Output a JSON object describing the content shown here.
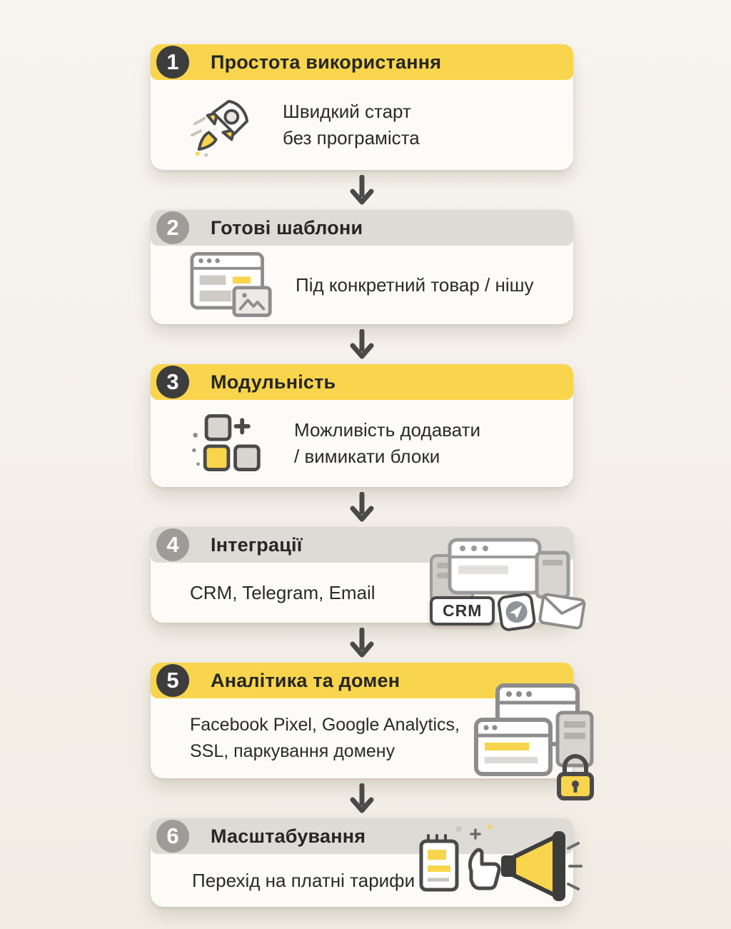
{
  "page": {
    "background": "#f5f1eb",
    "accent_yellow": "#f8d54d",
    "header_gray": "#dddbd6",
    "badge_dark": "#3d3d3d",
    "badge_gray": "#9d9c98"
  },
  "steps": [
    {
      "number": "1",
      "title": "Простота використання",
      "header_style": "yellow",
      "icon": "rocket-icon",
      "body_lines": [
        "Швидкий старт",
        "без програміста"
      ]
    },
    {
      "number": "2",
      "title": "Готові шаблони",
      "header_style": "gray",
      "icon": "template-browser-icon",
      "body_lines": [
        "Під конкретний товар / нішу"
      ]
    },
    {
      "number": "3",
      "title": "Модульність",
      "header_style": "yellow",
      "icon": "modules-blocks-icon",
      "body_lines": [
        "Можливість додавати",
        "/ вимикати блоки"
      ]
    },
    {
      "number": "4",
      "title": "Інтеграції",
      "header_style": "gray",
      "icon": "integrations-icons",
      "crm_badge": "CRM",
      "body_lines": [
        "CRM, Telegram, Email"
      ]
    },
    {
      "number": "5",
      "title": "Аналітика та домен",
      "header_style": "yellow",
      "icon": "analytics-lock-icons",
      "body_lines": [
        "Facebook Pixel, Google Analytics,",
        "SSL, паркування домену"
      ]
    },
    {
      "number": "6",
      "title": "Масштабування",
      "header_style": "gray",
      "icon": "megaphone-icons",
      "body_lines": [
        "Перехід на платні тарифи"
      ]
    }
  ]
}
